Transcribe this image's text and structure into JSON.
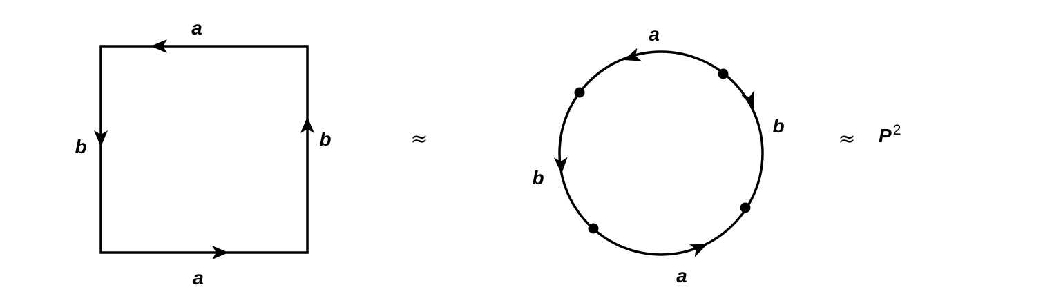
{
  "colors": {
    "ink": "#000000",
    "background": "#ffffff"
  },
  "square": {
    "top_label": "a",
    "bottom_label": "a",
    "left_label": "b",
    "right_label": "b"
  },
  "approx_1": "≈",
  "circle": {
    "top_label": "a",
    "bottom_label": "a",
    "left_label": "b",
    "right_label": "b",
    "vertex_count": 4
  },
  "approx_2": "≈",
  "result": {
    "base": "P",
    "superscript": "2"
  }
}
